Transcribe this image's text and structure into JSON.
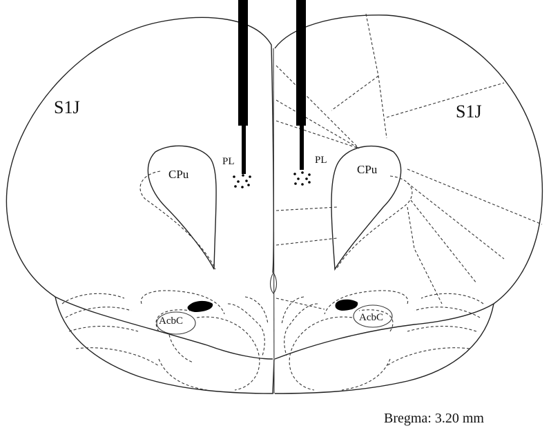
{
  "labels": {
    "left_region": "S1J",
    "right_region": "S1J",
    "left_cpu": "CPu",
    "right_cpu": "CPu",
    "left_pl": "PL",
    "right_pl": "PL",
    "left_acbc": "AcbC",
    "right_acbc": "AcbC"
  },
  "bregma": "Bregma: 3.20 mm",
  "colors": {
    "line": "#222222",
    "fill": "#000000",
    "background": "#ffffff"
  }
}
